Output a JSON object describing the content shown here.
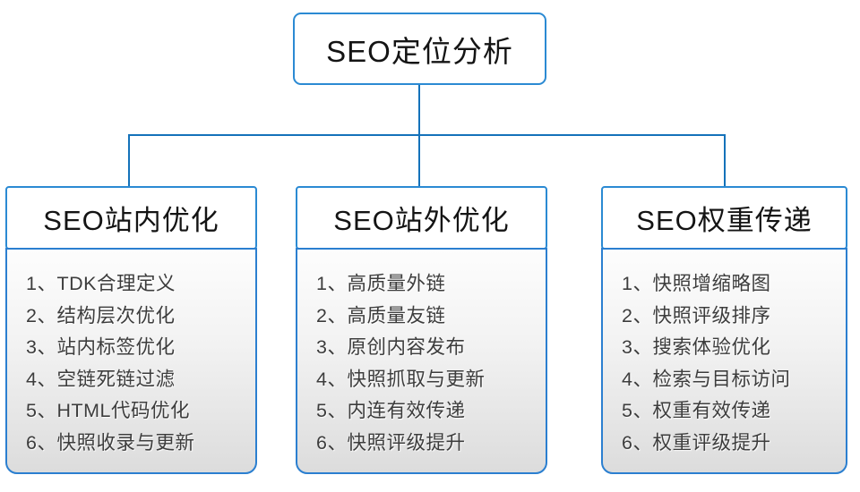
{
  "root": {
    "title": "SEO定位分析"
  },
  "branches": [
    {
      "title": "SEO站内优化",
      "items": [
        "1、TDK合理定义",
        "2、结构层次优化",
        "3、站内标签优化",
        "4、空链死链过滤",
        "5、HTML代码优化",
        "6、快照收录与更新"
      ]
    },
    {
      "title": "SEO站外优化",
      "items": [
        "1、高质量外链",
        "2、高质量友链",
        "3、原创内容发布",
        "4、快照抓取与更新",
        "5、内连有效传递",
        "6、快照评级提升"
      ]
    },
    {
      "title": "SEO权重传递",
      "items": [
        "1、快照增缩略图",
        "2、快照评级排序",
        "3、搜索体验优化",
        "4、检索与目标访问",
        "5、权重有效传递",
        "6、权重评级提升"
      ]
    }
  ],
  "colors": {
    "connector_line": "#1472ba",
    "box_border": "#2b8ad3",
    "list_border": "#2b7fd0",
    "list_bg_top": "#fdfdfd",
    "list_bg_bottom": "#dcdcdc",
    "text": "#141414",
    "list_text": "#3d3d3d"
  }
}
